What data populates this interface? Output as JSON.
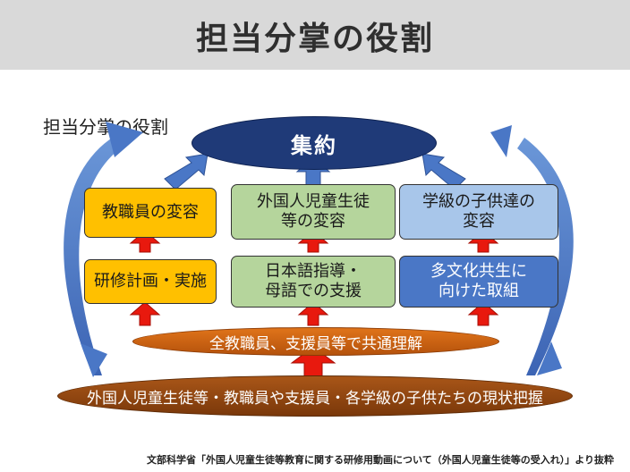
{
  "header": {
    "title": "担当分掌の役割"
  },
  "side_label": "担当分掌の役割",
  "top": {
    "label": "集約"
  },
  "row_upper": [
    {
      "lines": [
        "教職員の変容"
      ]
    },
    {
      "lines": [
        "外国人児童生徒",
        "等の変容"
      ]
    },
    {
      "lines": [
        "学級の子供達の",
        "変容"
      ]
    }
  ],
  "row_lower": [
    {
      "lines": [
        "研修計画・実施"
      ]
    },
    {
      "lines": [
        "日本語指導・",
        "母語での支援"
      ]
    },
    {
      "lines": [
        "多文化共生に",
        "向けた取組"
      ]
    }
  ],
  "bar_middle": "全教職員、支援員等で共通理解",
  "bar_bottom": "外国人児童生徒等・教職員や支援員・各学級の子供たちの現状把握",
  "source": "文部科学省「外国人児童生徒等教育に関する研修用動画について（外国人児童生徒等の受入れ）」より抜粋",
  "colors": {
    "header_bg": "#d9d9d9",
    "ellipse": "#1f3a78",
    "yellow": "#ffc000",
    "green": "#b5d59c",
    "light_blue": "#a8c6ea",
    "dark_blue": "#4a77c6",
    "orange": "#e0741a",
    "brown": "#7a380a",
    "red_arrow": "#e8190e",
    "blue_arrow": "#4a77c6"
  }
}
